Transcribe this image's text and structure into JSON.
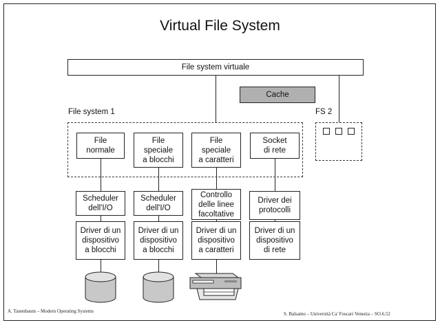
{
  "title": "Virtual File System",
  "vfs_label": "File system virtuale",
  "cache_label": "Cache",
  "fs1_label": "File system 1",
  "fs2_label": "FS 2",
  "columns": [
    {
      "file_type": "File\nnormale",
      "middle": "Scheduler\ndell'I/O",
      "driver": "Driver di un\ndispositivo\na blocchi",
      "device": "disk-icon"
    },
    {
      "file_type": "File\nspeciale\na blocchi",
      "middle": "Scheduler\ndell'I/O",
      "driver": "Driver di un\ndispositivo\na blocchi",
      "device": "disk-icon"
    },
    {
      "file_type": "File\nspeciale\na caratteri",
      "middle": "Controllo\ndelle linee\nfacoltative",
      "driver": "Driver di un\ndispositivo\na caratteri",
      "device": "printer-icon"
    },
    {
      "file_type": "Socket\ndi rete",
      "middle": "Driver dei\nprotocolli",
      "driver": "Driver di un\ndispositivo\ndi rete",
      "device": ""
    }
  ],
  "footer_left": "A. Tanenbaum – Modern Operating Systems",
  "footer_right": "S. Balsamo – Università Ca' Foscari Venezia – SO.6.52",
  "colors": {
    "cache_fill": "#b0b0b0",
    "border": "#222222"
  }
}
